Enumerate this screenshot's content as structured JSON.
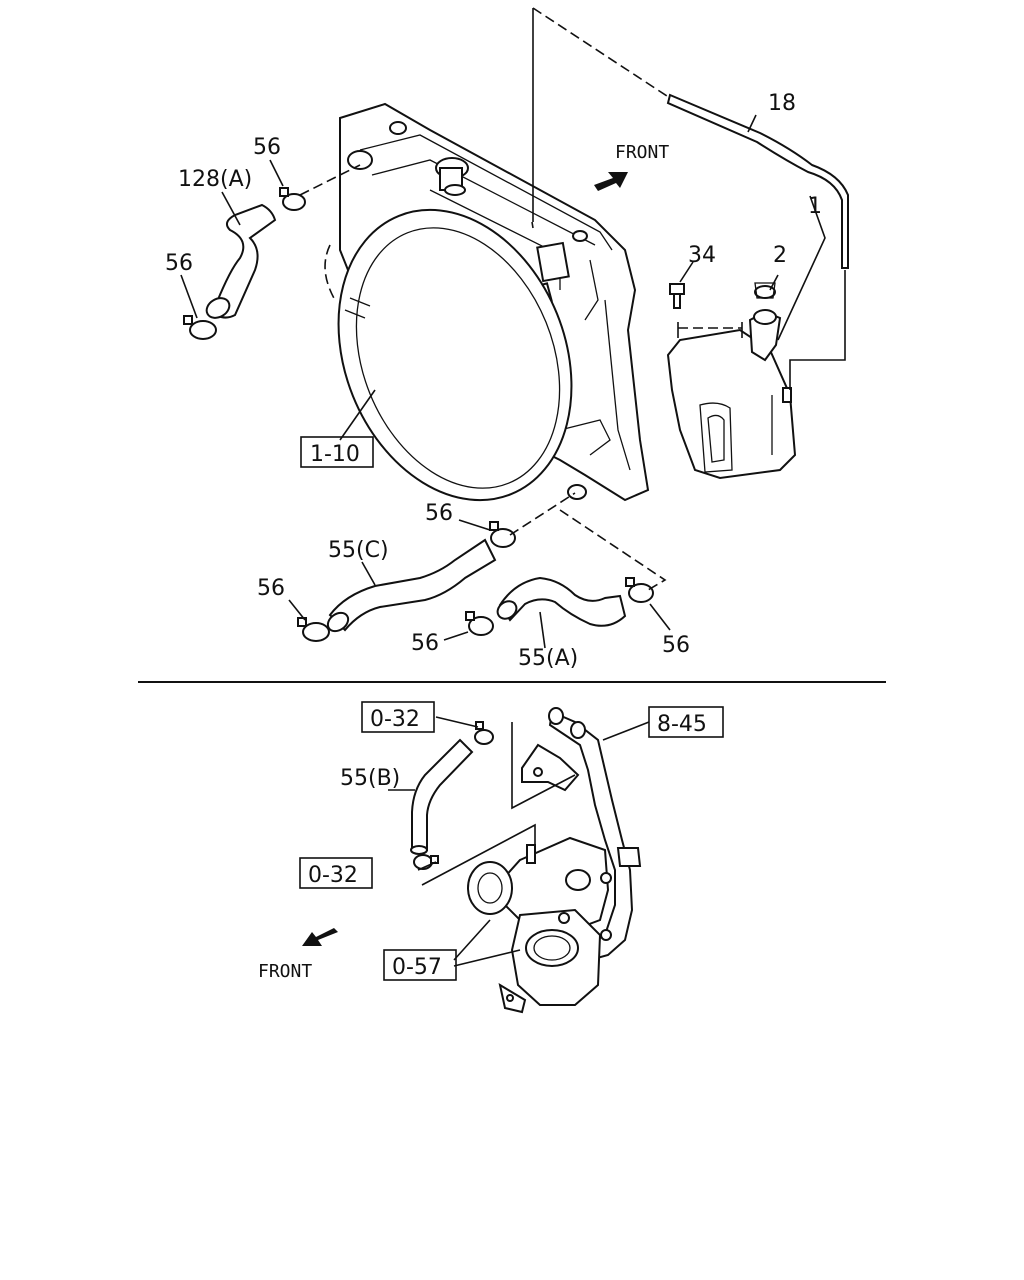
{
  "callouts": {
    "c18": "18",
    "front_top": "FRONT",
    "c1": "1",
    "c34": "34",
    "c2": "2",
    "c56_a": "56",
    "c128a": "128(A)",
    "c56_b": "56",
    "ref_1_10": "1-10",
    "c56_c": "56",
    "c55c": "55(C)",
    "c56_d": "56",
    "c56_e": "56",
    "c55a": "55(A)",
    "c56_f": "56",
    "ref_0_32_a": "0-32",
    "ref_8_45": "8-45",
    "c55b": "55(B)",
    "ref_0_32_b": "0-32",
    "ref_0_57": "0-57",
    "front_bottom": "FRONT"
  },
  "colors": {
    "ink": "#111111",
    "background": "#ffffff"
  },
  "icons": {
    "front_arrow": "arrow-icon"
  }
}
